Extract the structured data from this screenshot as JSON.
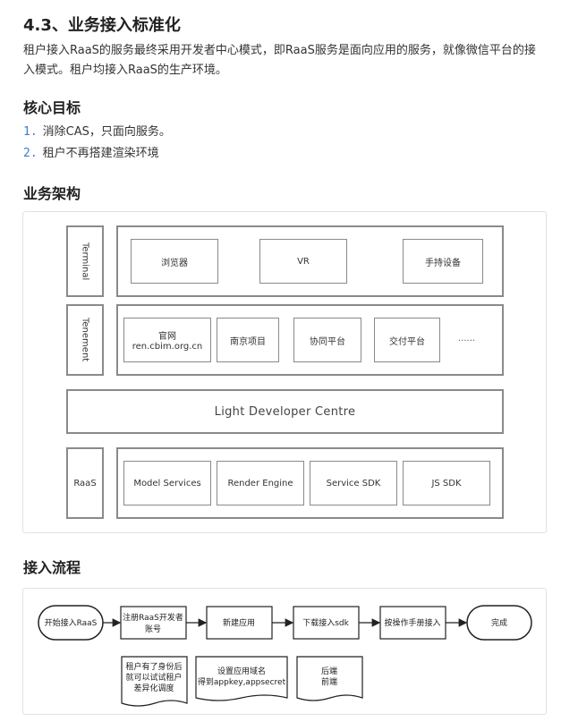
{
  "section_title": "4.3、业务接入标准化",
  "intro": "租户接入RaaS的服务最终采用开发者中心模式，即RaaS服务是面向应用的服务，就像微信平台的接入模式。租户均接入RaaS的生产环境。",
  "goals": {
    "title": "核心目标",
    "items": [
      {
        "num": "1.",
        "text": "消除CAS，只面向服务。"
      },
      {
        "num": "2.",
        "text": "租户不再搭建渲染环境"
      }
    ]
  },
  "architecture": {
    "title": "业务架构",
    "terminal": {
      "label": "Terminal",
      "items": [
        "浏览器",
        "VR",
        "手持设备"
      ]
    },
    "tenement": {
      "label": "Tenement",
      "site_line1": "官网",
      "site_line2": "ren.cbim.org.cn",
      "items": [
        "南京项目",
        "协同平台",
        "交付平台"
      ],
      "more": "......"
    },
    "ldc": "Light Developer Centre",
    "raas": {
      "label": "RaaS",
      "items": [
        "Model Services",
        "Render Engine",
        "Service SDK",
        "JS SDK"
      ]
    }
  },
  "flow": {
    "title": "接入流程",
    "start": "开始接入RaaS",
    "register_line1": "注册RaaS开发者",
    "register_line2": "账号",
    "new_app": "新建应用",
    "download": "下载接入sdk",
    "manual": "按操作手册接入",
    "end": "完成",
    "note1_line1": "租户有了身份后",
    "note1_line2": "就可以试试租户",
    "note1_line3": "差异化调度",
    "note2_line1": "设置应用域名",
    "note2_line2": "得到appkey,appsecret",
    "note3_line1": "后端",
    "note3_line2": "前端"
  }
}
